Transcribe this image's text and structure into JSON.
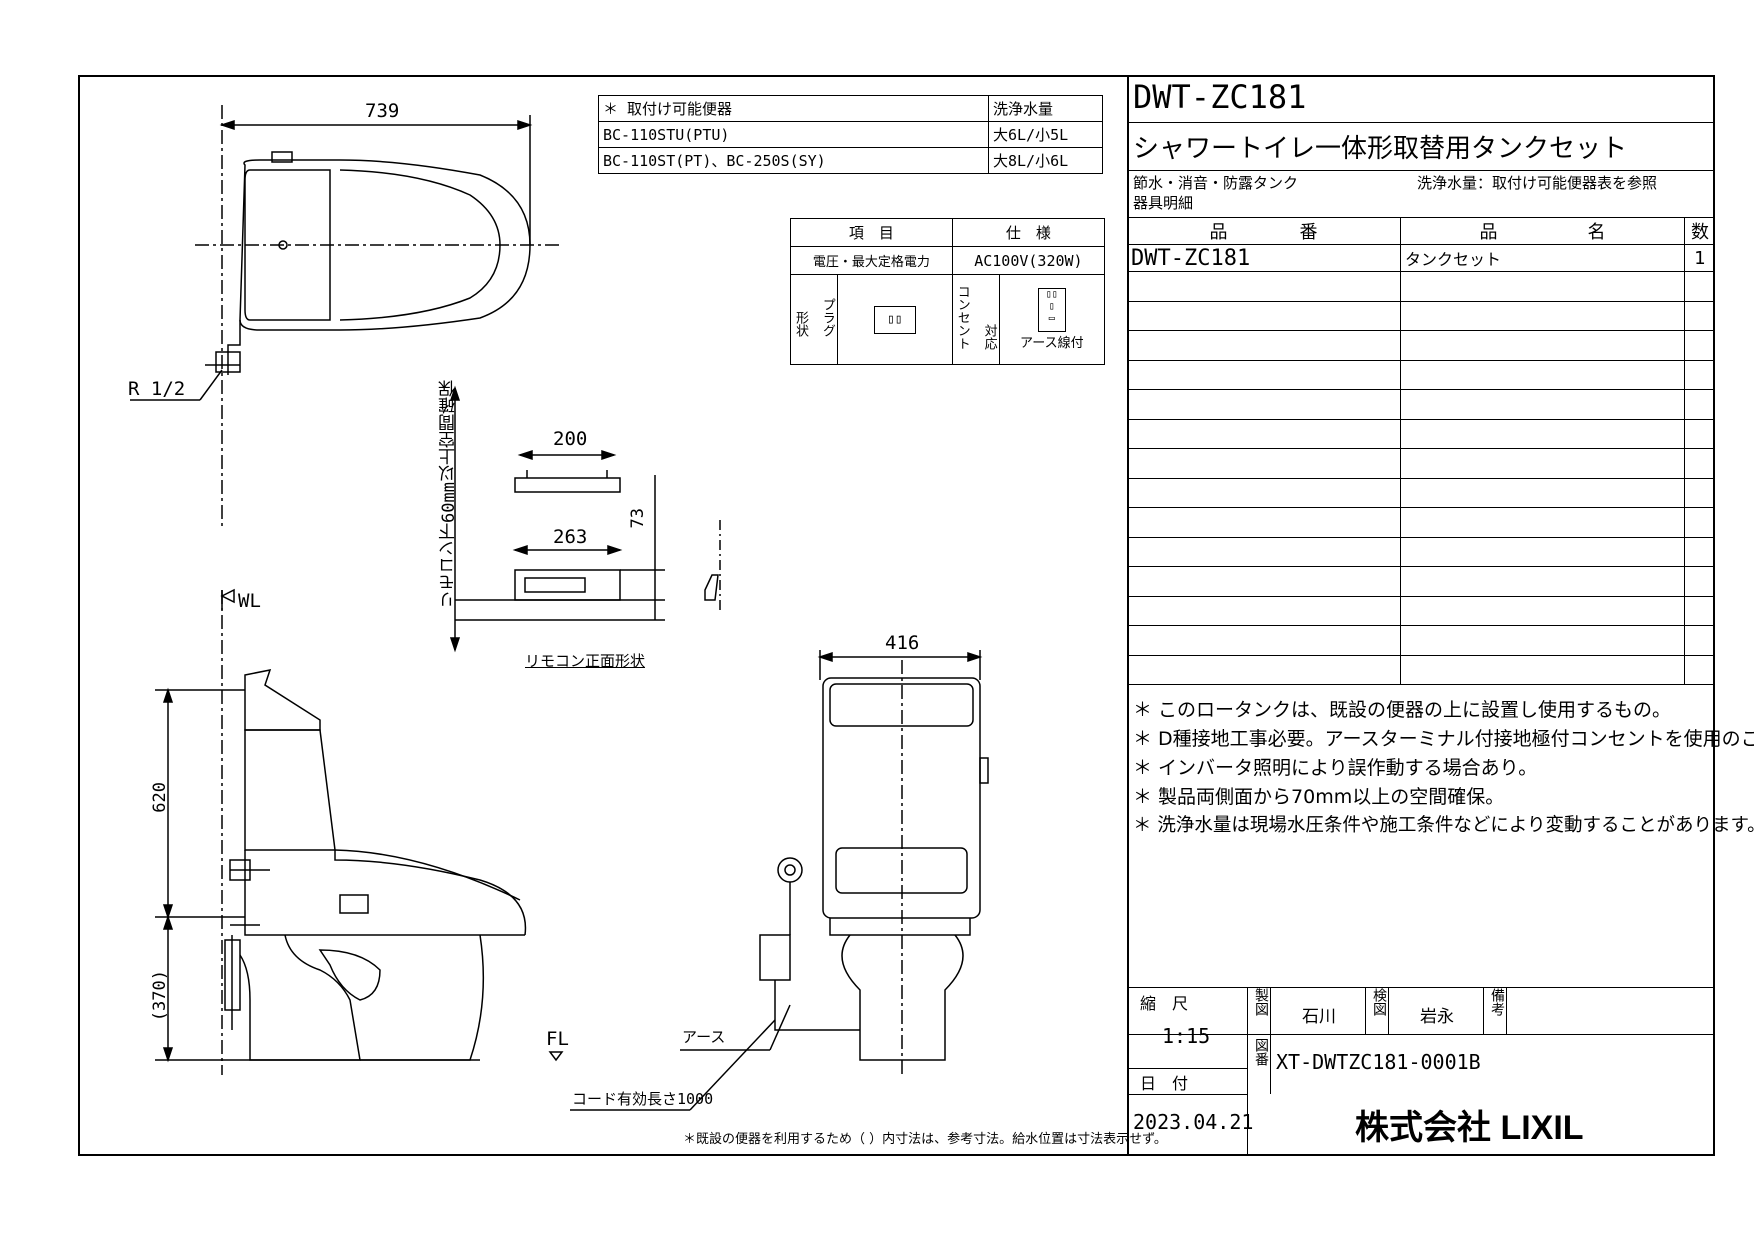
{
  "title_block": {
    "model": "DWT-ZC181",
    "product_name": "シャワートイレ一体形取替用タンクセット",
    "feature": "節水・消音・防露タンク",
    "water_volume_note": "洗浄水量：取付け可能便器表を参照",
    "parts_list_title": "器具明細",
    "header_part_no": "品　　　　番",
    "header_name": "品　　　　　名",
    "header_qty": "数",
    "rows": [
      {
        "part_no": "DWT-ZC181",
        "name": "タンクセット",
        "qty": "1"
      }
    ],
    "empty_rows": 14
  },
  "notes": [
    "＊ このロータンクは、既設の便器の上に設置し使用するもの。",
    "＊ D種接地工事必要。アースターミナル付接地極付コンセントを使用のこと。",
    "＊ インバータ照明により誤作動する場合あり。",
    "＊ 製品両側面から70mm以上の空間確保。",
    "＊ 洗浄水量は現場水圧条件や施工条件などにより変動することがあります。"
  ],
  "info": {
    "scale_label": "縮　尺",
    "scale": "1:15",
    "date_label": "日　付",
    "date": "2023.04.21",
    "drawn_label": "製図",
    "drawn_by": "石川",
    "checked_label": "検図",
    "checked_by": "岩永",
    "remarks_label": "備考",
    "drawing_no_label": "図番",
    "drawing_no": "XT-DWTZC181-0001B",
    "company": "株式会社 LIXIL"
  },
  "compat_table": {
    "header_toilet": "＊ 取付け可能便器",
    "header_volume": "洗浄水量",
    "rows": [
      {
        "toilet": "BC-110STU(PTU)",
        "volume": "大6L/小5L"
      },
      {
        "toilet": "BC-110ST(PT)、BC-250S(SY)",
        "volume": "大8L/小6L"
      }
    ]
  },
  "spec_table": {
    "header_item": "項　目",
    "header_spec": "仕　様",
    "voltage_label": "電圧・最大定格電力",
    "voltage_value": "AC100V(320W)",
    "shape_label": "形状",
    "plug_label": "プラグ",
    "outlet_label": "コンセント",
    "compatible_label": "対応",
    "earth_label": "アース線付"
  },
  "drawing": {
    "dim_739": "739",
    "r_label": "R 1/2",
    "dim_200": "200",
    "dim_263": "263",
    "dim_73": "73",
    "remote_space": "リモコン下60mm以上空間確保",
    "remote_label": "リモコン正面形状",
    "wl_label": "WL",
    "dim_620": "620",
    "dim_370": "(370)",
    "fl_label": "FL",
    "dim_416": "416",
    "earth": "アース",
    "cord": "コード有効長さ1000",
    "bottom_note": "＊既設の便器を利用するため（ ）内寸法は、参考寸法。給水位置は寸法表示せず。"
  }
}
